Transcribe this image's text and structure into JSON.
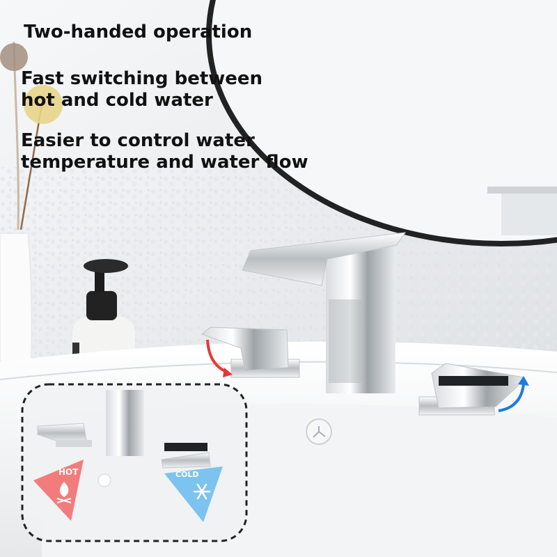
{
  "features": [
    "Two-handed operation",
    "Fast switching between",
    "hot and cold water",
    "Easier to control water",
    "temperature and water flow"
  ],
  "inset": {
    "hot_label": "HOT",
    "cold_label": "COLD",
    "hot_icon": "flame-icon",
    "cold_icon": "snowflake-icon"
  },
  "colors": {
    "hot": "#f27c7c",
    "cold": "#7cc3ef",
    "hot_arrow": "#e53935",
    "cold_arrow": "#1e7be0",
    "mirror_frame": "#222222"
  }
}
